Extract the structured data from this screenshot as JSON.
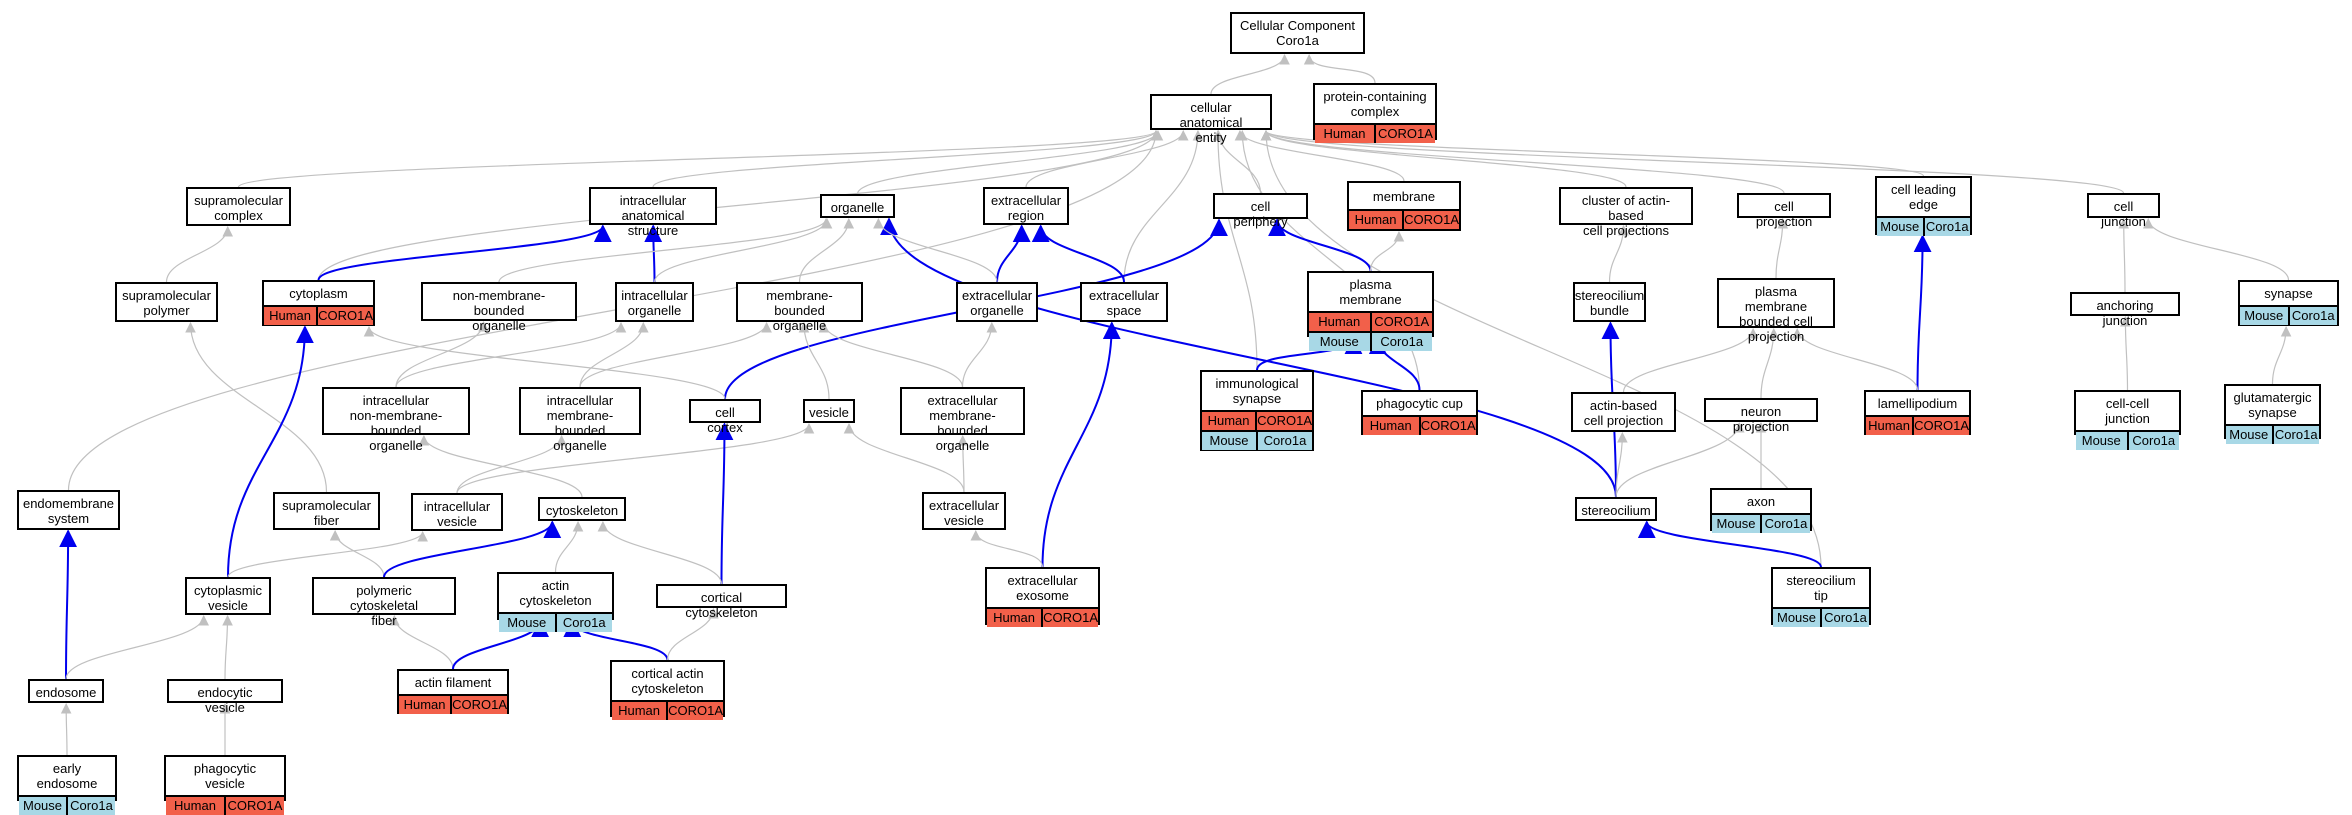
{
  "colors": {
    "human_cell": "#f2604a",
    "mouse_cell": "#a8d8e6",
    "direct_edge": "#0000ee",
    "inferred_edge": "#c0c0c0",
    "border": "#000000"
  },
  "nodes": [
    {
      "id": "cc_root",
      "label": "Cellular Component\nCoro1a",
      "annotations": []
    },
    {
      "id": "cae",
      "label": "cellular anatomical\nentity",
      "annotations": []
    },
    {
      "id": "pcc",
      "label": "protein-containing\ncomplex",
      "annotations": [
        {
          "species": "Human",
          "gene": "CORO1A"
        }
      ]
    },
    {
      "id": "supcomplex",
      "label": "supramolecular\ncomplex",
      "annotations": []
    },
    {
      "id": "ias",
      "label": "intracellular\nanatomical structure",
      "annotations": []
    },
    {
      "id": "organelle",
      "label": "organelle",
      "annotations": []
    },
    {
      "id": "extreg",
      "label": "extracellular\nregion",
      "annotations": []
    },
    {
      "id": "cellper",
      "label": "cell periphery",
      "annotations": []
    },
    {
      "id": "membrane",
      "label": "membrane",
      "annotations": [
        {
          "species": "Human",
          "gene": "CORO1A"
        }
      ]
    },
    {
      "id": "cabcp",
      "label": "cluster of actin-based\ncell projections",
      "annotations": []
    },
    {
      "id": "cellproj",
      "label": "cell projection",
      "annotations": []
    },
    {
      "id": "cle",
      "label": "cell leading\nedge",
      "annotations": [
        {
          "species": "Mouse",
          "gene": "Coro1a"
        }
      ]
    },
    {
      "id": "celljunc",
      "label": "cell junction",
      "annotations": []
    },
    {
      "id": "suppoly",
      "label": "supramolecular\npolymer",
      "annotations": []
    },
    {
      "id": "cytoplasm",
      "label": "cytoplasm",
      "annotations": [
        {
          "species": "Human",
          "gene": "CORO1A"
        }
      ]
    },
    {
      "id": "nmbo",
      "label": "non-membrane-bounded\norganelle",
      "annotations": []
    },
    {
      "id": "intorg",
      "label": "intracellular\norganelle",
      "annotations": []
    },
    {
      "id": "mbo",
      "label": "membrane-bounded\norganelle",
      "annotations": []
    },
    {
      "id": "extorg",
      "label": "extracellular\norganelle",
      "annotations": []
    },
    {
      "id": "extspace",
      "label": "extracellular\nspace",
      "annotations": []
    },
    {
      "id": "pm",
      "label": "plasma membrane",
      "annotations": [
        {
          "species": "Human",
          "gene": "CORO1A"
        },
        {
          "species": "Mouse",
          "gene": "Coro1a"
        }
      ]
    },
    {
      "id": "stbundle",
      "label": "stereocilium\nbundle",
      "annotations": []
    },
    {
      "id": "pmbcp",
      "label": "plasma membrane\nbounded cell\nprojection",
      "annotations": []
    },
    {
      "id": "anchjunc",
      "label": "anchoring junction",
      "annotations": []
    },
    {
      "id": "synapse",
      "label": "synapse",
      "annotations": [
        {
          "species": "Mouse",
          "gene": "Coro1a"
        }
      ]
    },
    {
      "id": "inmbo",
      "label": "intracellular\nnon-membrane-bounded\norganelle",
      "annotations": []
    },
    {
      "id": "imbo",
      "label": "intracellular\nmembrane-bounded\norganelle",
      "annotations": []
    },
    {
      "id": "cellcortex",
      "label": "cell cortex",
      "annotations": []
    },
    {
      "id": "vesicle",
      "label": "vesicle",
      "annotations": []
    },
    {
      "id": "embo",
      "label": "extracellular\nmembrane-bounded\norganelle",
      "annotations": []
    },
    {
      "id": "immsyn",
      "label": "immunological\nsynapse",
      "annotations": [
        {
          "species": "Human",
          "gene": "CORO1A"
        },
        {
          "species": "Mouse",
          "gene": "Coro1a"
        }
      ]
    },
    {
      "id": "phagcup",
      "label": "phagocytic cup",
      "annotations": [
        {
          "species": "Human",
          "gene": "CORO1A"
        }
      ]
    },
    {
      "id": "abcp",
      "label": "actin-based\ncell projection",
      "annotations": []
    },
    {
      "id": "neuproj",
      "label": "neuron projection",
      "annotations": []
    },
    {
      "id": "lamell",
      "label": "lamellipodium",
      "annotations": [
        {
          "species": "Human",
          "gene": "CORO1A"
        }
      ]
    },
    {
      "id": "ccjunc",
      "label": "cell-cell junction",
      "annotations": [
        {
          "species": "Mouse",
          "gene": "Coro1a"
        }
      ]
    },
    {
      "id": "glusyn",
      "label": "glutamatergic\nsynapse",
      "annotations": [
        {
          "species": "Mouse",
          "gene": "Coro1a"
        }
      ]
    },
    {
      "id": "endomem",
      "label": "endomembrane\nsystem",
      "annotations": []
    },
    {
      "id": "supfiber",
      "label": "supramolecular\nfiber",
      "annotations": []
    },
    {
      "id": "intves",
      "label": "intracellular\nvesicle",
      "annotations": []
    },
    {
      "id": "cytoskel",
      "label": "cytoskeleton",
      "annotations": []
    },
    {
      "id": "extves",
      "label": "extracellular\nvesicle",
      "annotations": []
    },
    {
      "id": "stereocil",
      "label": "stereocilium",
      "annotations": []
    },
    {
      "id": "axon",
      "label": "axon",
      "annotations": [
        {
          "species": "Mouse",
          "gene": "Coro1a"
        }
      ]
    },
    {
      "id": "cytves",
      "label": "cytoplasmic\nvesicle",
      "annotations": []
    },
    {
      "id": "pcf",
      "label": "polymeric cytoskeletal\nfiber",
      "annotations": []
    },
    {
      "id": "actcytosk",
      "label": "actin cytoskeleton",
      "annotations": [
        {
          "species": "Mouse",
          "gene": "Coro1a"
        }
      ]
    },
    {
      "id": "cortcytosk",
      "label": "cortical cytoskeleton",
      "annotations": []
    },
    {
      "id": "exosome",
      "label": "extracellular\nexosome",
      "annotations": [
        {
          "species": "Human",
          "gene": "CORO1A"
        }
      ]
    },
    {
      "id": "sttip",
      "label": "stereocilium\ntip",
      "annotations": [
        {
          "species": "Mouse",
          "gene": "Coro1a"
        }
      ]
    },
    {
      "id": "endosome",
      "label": "endosome",
      "annotations": []
    },
    {
      "id": "endocves",
      "label": "endocytic vesicle",
      "annotations": []
    },
    {
      "id": "actfil",
      "label": "actin filament",
      "annotations": [
        {
          "species": "Human",
          "gene": "CORO1A"
        }
      ]
    },
    {
      "id": "cortact",
      "label": "cortical actin\ncytoskeleton",
      "annotations": [
        {
          "species": "Human",
          "gene": "CORO1A"
        }
      ]
    },
    {
      "id": "earlyendo",
      "label": "early endosome",
      "annotations": [
        {
          "species": "Mouse",
          "gene": "Coro1a"
        }
      ]
    },
    {
      "id": "phagves",
      "label": "phagocytic vesicle",
      "annotations": [
        {
          "species": "Human",
          "gene": "CORO1A"
        }
      ]
    }
  ]
}
